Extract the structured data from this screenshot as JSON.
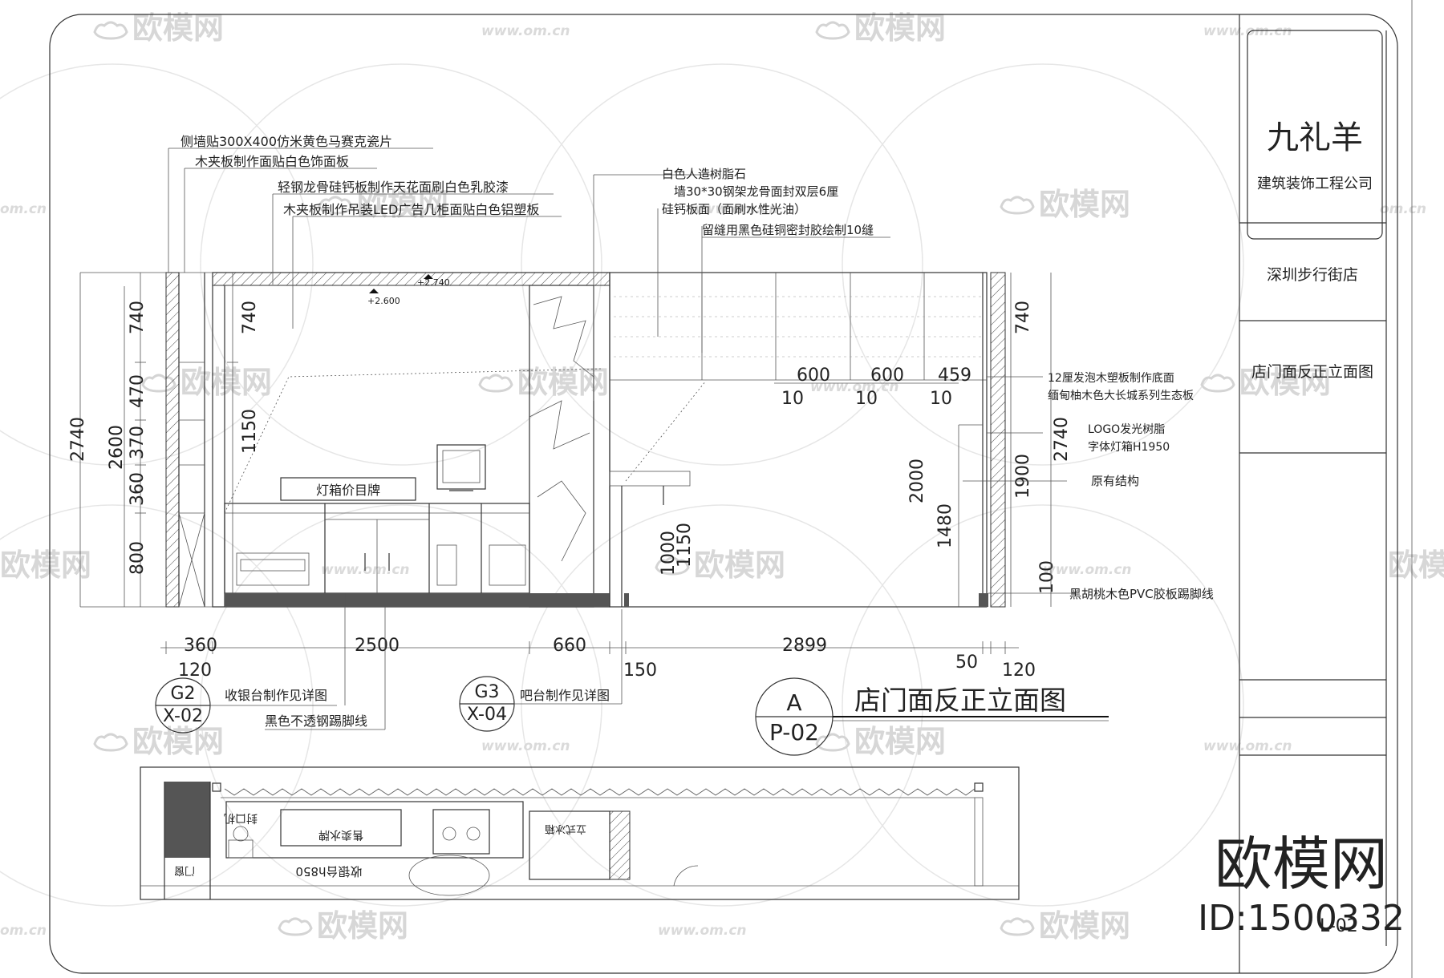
{
  "title_block": {
    "company_name": "九礼羊",
    "company_subtitle": "建筑装饰工程公司",
    "project_name": "深圳步行街店",
    "drawing_name": "店门面反正立面图",
    "sheet_number": "L-02"
  },
  "drawing_title": {
    "label": "店门面反正立面图",
    "marker_top": "A",
    "marker_bottom": "P-02"
  },
  "annotations": {
    "a1": "侧墙贴300X400仿米黄色马赛克瓷片",
    "a2": "木夹板制作面贴白色饰面板",
    "a3": "轻钢龙骨硅钙板制作天花面刷白色乳胶漆",
    "a4": "木夹板制作吊装LED广告几柜面贴白色铝塑板",
    "a5": "白色人造树脂石",
    "a6": "墙30*30钢架龙骨面封双层6厘",
    "a7": "硅钙板面（面刷水性光油）",
    "a8": "留缝用黑色硅铜密封胶绘制10缝",
    "r1": "12厘发泡木塑板制作底面",
    "r2": "缅甸柚木色大长城系列生态板",
    "r3": "LOGO发光树脂",
    "r4": "字体灯箱H1950",
    "r5": "原有结构",
    "r6": "黑胡桃木色PVC胶板踢脚线",
    "lightbox": "灯箱价目牌",
    "level_top": "+2.740",
    "level_ceiling": "+2.600"
  },
  "dimensions": {
    "left_total": "2740",
    "left_inner": "2600",
    "left_segments": [
      "740",
      "470",
      "370",
      "360",
      "800"
    ],
    "inner_740": "740",
    "inner_1150": "1150",
    "mid_1000": "1000",
    "mid_1150": "1150",
    "right_2000": "2000",
    "right_1480": "1480",
    "right_740": "740",
    "right_2740": "2740",
    "right_1900": "1900",
    "right_100": "100",
    "panel_600a": "600",
    "panel_600b": "600",
    "panel_459": "459",
    "gap_10a": "10",
    "gap_10b": "10",
    "gap_10c": "10",
    "bottom_360": "360",
    "bottom_2500": "2500",
    "bottom_660": "660",
    "bottom_2899": "2899",
    "bottom_120a": "120",
    "bottom_150": "150",
    "bottom_50": "50",
    "bottom_120b": "120"
  },
  "callouts": {
    "g2_top": "G2",
    "g2_bottom": "X-02",
    "g2_note": "收银台制作见详图",
    "g2_note2": "黑色不透钢踢脚线",
    "g3_top": "G3",
    "g3_bottom": "X-04",
    "g3_note": "吧台制作见详图"
  },
  "plan": {
    "label_sealer": "封口机",
    "label_ice": "售卖水牌",
    "label_counter": "收银台h850",
    "label_fridge": "立式冰箱",
    "label_door": "门窗"
  },
  "watermark": {
    "brand": "欧模网",
    "url": "www.om.cn",
    "url_short": "om.cn",
    "big_brand": "欧模网",
    "id_text": "ID:1500332"
  }
}
